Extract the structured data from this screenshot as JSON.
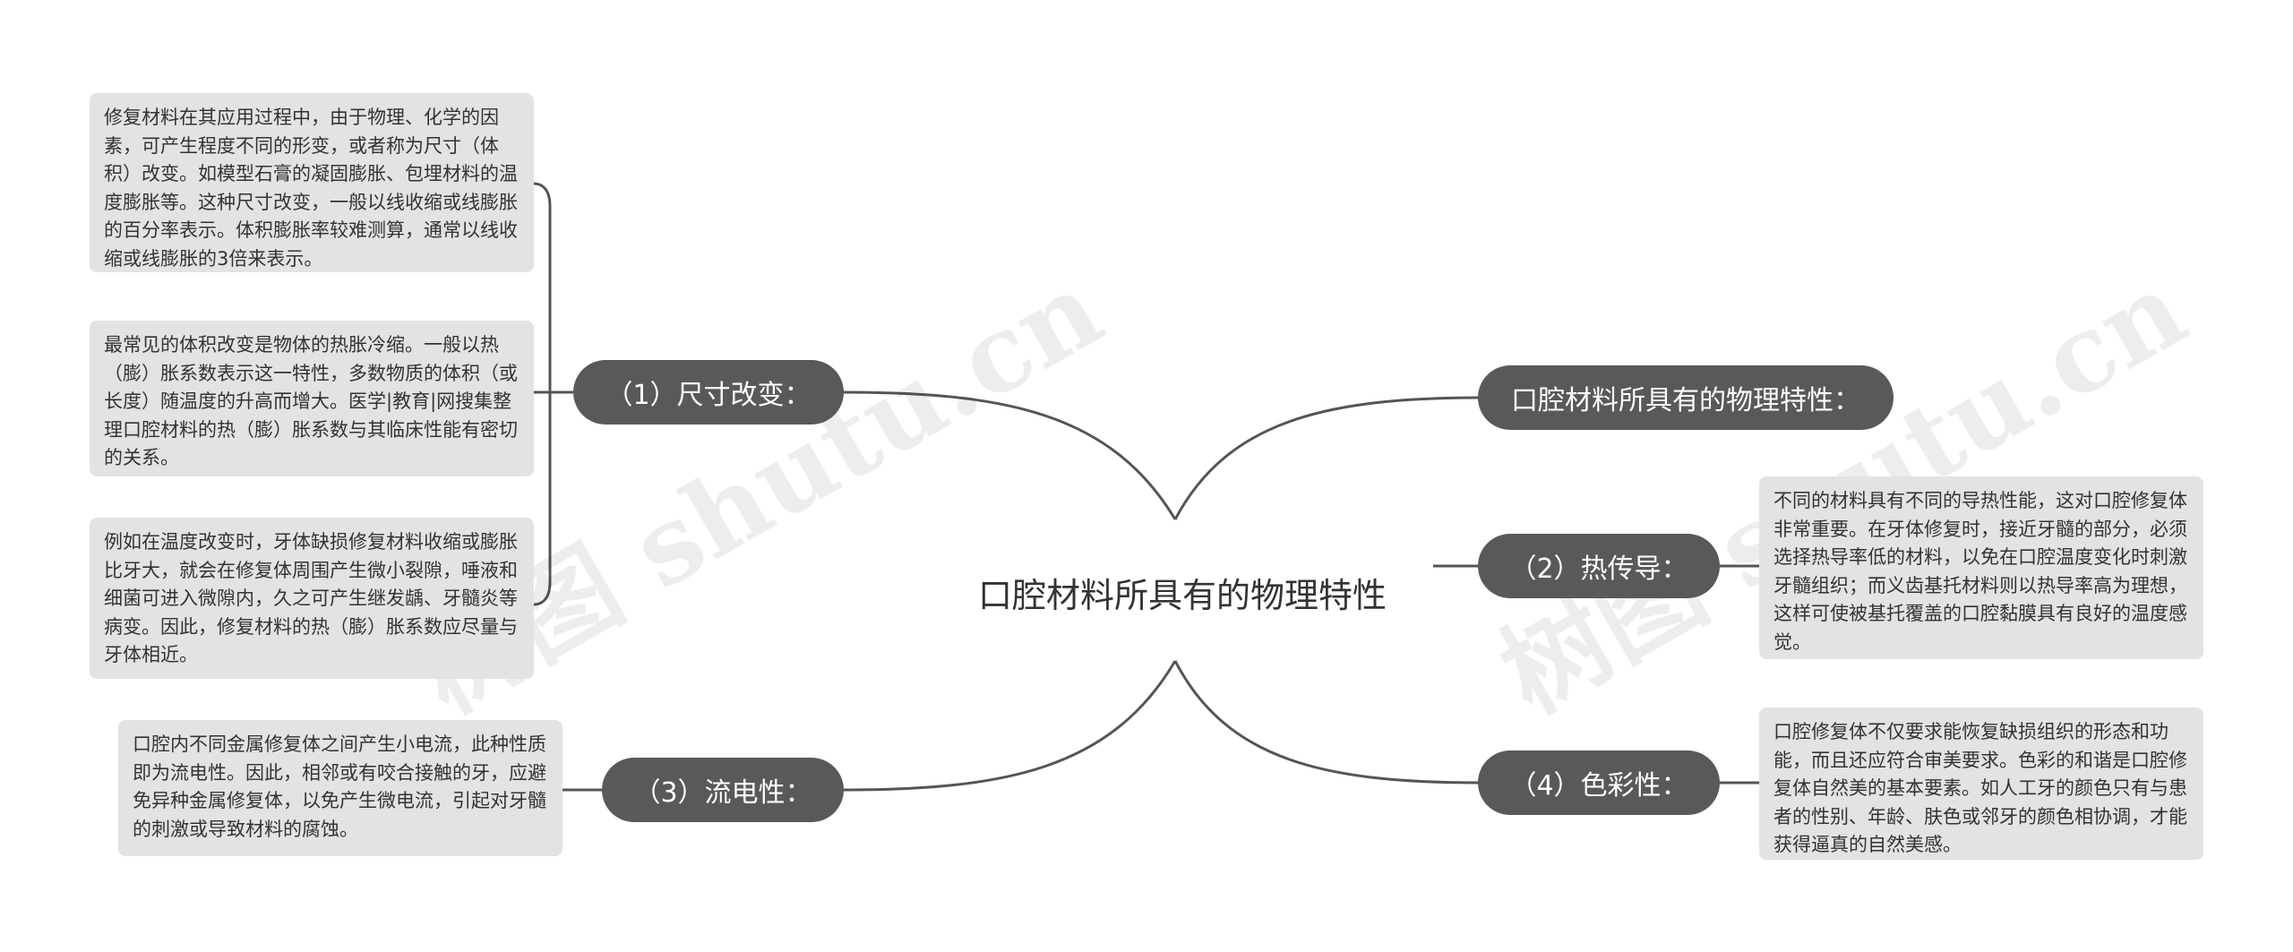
{
  "center": {
    "title": "口腔材料所具有的物理特性"
  },
  "branches": {
    "size": {
      "label": "（1）尺寸改变："
    },
    "flow": {
      "label": "（3）流电性："
    },
    "intro": {
      "label": "口腔材料所具有的物理特性："
    },
    "heat": {
      "label": "（2）热传导："
    },
    "color": {
      "label": "（4）色彩性："
    }
  },
  "notes": {
    "size1": "修复材料在其应用过程中，由于物理、化学的因素，可产生程度不同的形变，或者称为尺寸（体积）改变。如模型石膏的凝固膨胀、包埋材料的温度膨胀等。这种尺寸改变，一般以线收缩或线膨胀的百分率表示。体积膨胀率较难测算，通常以线收缩或线膨胀的3倍来表示。",
    "size2": "最常见的体积改变是物体的热胀冷缩。一般以热（膨）胀系数表示这一特性，多数物质的体积（或长度）随温度的升高而增大。医学|教育|网搜集整理口腔材料的热（膨）胀系数与其临床性能有密切的关系。",
    "size3": "例如在温度改变时，牙体缺损修复材料收缩或膨胀比牙大，就会在修复体周围产生微小裂隙，唾液和细菌可进入微隙内，久之可产生继发龋、牙髓炎等病变。因此，修复材料的热（膨）胀系数应尽量与牙体相近。",
    "flow1": "口腔内不同金属修复体之间产生小电流，此种性质即为流电性。因此，相邻或有咬合接触的牙，应避免异种金属修复体，以免产生微电流，引起对牙髓的刺激或导致材料的腐蚀。",
    "heat1": "不同的材料具有不同的导热性能，这对口腔修复体非常重要。在牙体修复时，接近牙髓的部分，必须选择热导率低的材料，以免在口腔温度变化时刺激牙髓组织；而义齿基托材料则以热导率高为理想，这样可使被基托覆盖的口腔黏膜具有良好的温度感觉。",
    "color1": "口腔修复体不仅要求能恢复缺损组织的形态和功能，而且还应符合审美要求。色彩的和谐是口腔修复体自然美的基本要素。如人工牙的颜色只有与患者的性别、年龄、肤色或邻牙的颜色相协调，才能获得逼真的自然美感。"
  },
  "watermark": {
    "text": "树图 shutu.cn"
  },
  "colors": {
    "branch_bg": "#595959",
    "note_bg": "#e3e3e3",
    "line": "#555555",
    "text": "#333333"
  }
}
